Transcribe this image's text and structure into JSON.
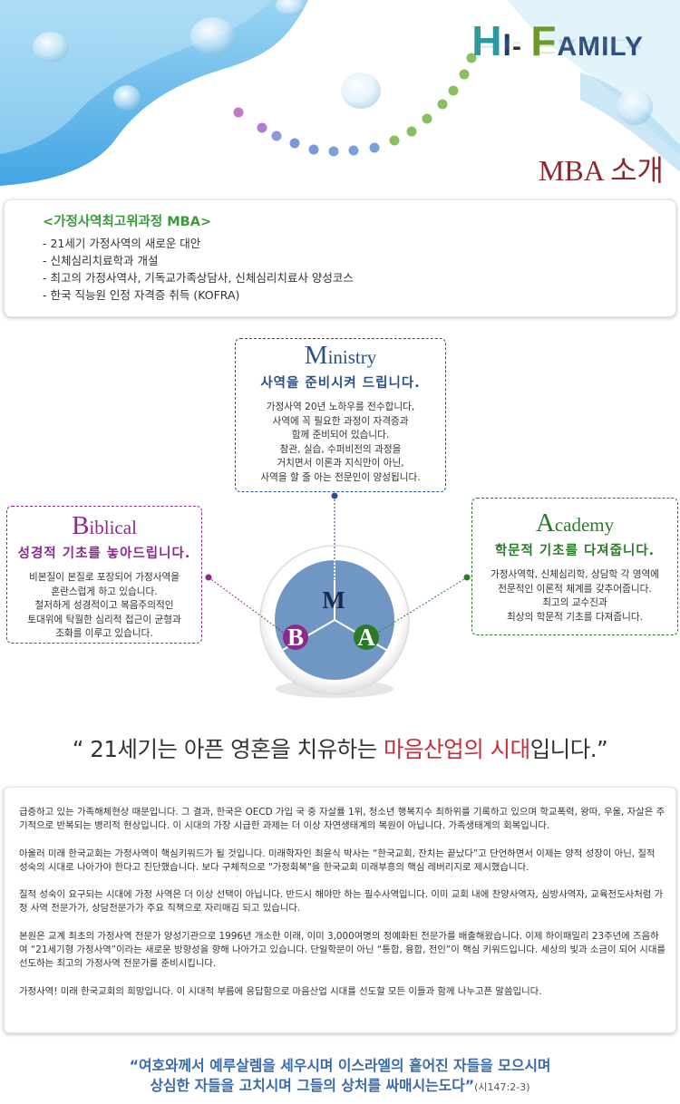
{
  "header": {
    "logo_h": "H",
    "logo_i": "I",
    "logo_dash": "- ",
    "logo_f": "F",
    "logo_amily": "AMILY",
    "page_title": "MBA 소개"
  },
  "info": {
    "title": "<가정사역최고위과정 MBA>",
    "items": [
      "- 21세기 가정사역의 새로운 대안",
      "- 신체심리치료학과 개설",
      "- 최고의 가정사역사, 기독교가족상담사, 신체심리치료사 양성코스",
      "- 한국 직능원 인정 자격증 취득 (KOFRA)"
    ]
  },
  "ministry": {
    "cap": "M",
    "rest": "inistry",
    "subtitle": "사역을 준비시켜 드립니다.",
    "lines": [
      "가정사역 20년 노하우를 전수합니다,",
      "사역에 꼭 필요한 과정이 자격증과",
      "함께 준비되어 있습니다.",
      "참관, 실습, 수퍼비전의 과정을",
      "거치면서 이론과 지식만이 아닌,",
      "사역을 할 줄 아는 전문인이 양성됩니다."
    ]
  },
  "biblical": {
    "cap": "B",
    "rest": "iblical",
    "subtitle": "성경적 기초를 놓아드립니다.",
    "lines": [
      "비본질이 본질로 포장되어 가정사역을",
      "혼란스럽게 하고 있습니다.",
      "철저하게 성경적이고 복음주의적인",
      "토대위에 탁월한 심리적 접근이 균형과",
      "조화를 이루고 있습니다."
    ]
  },
  "academy": {
    "cap": "A",
    "rest": "cademy",
    "subtitle": "학문적 기초를 다져줍니다.",
    "lines": [
      "가정사역학, 신체심리학, 상담학 각 영역에",
      "전문적인 이론적 체계를 갖추어줍니다.",
      "최고의 교수진과",
      "최상의 학문적 기초를 다져줍니다."
    ]
  },
  "diagram": {
    "m": "M",
    "b": "B",
    "a": "A"
  },
  "quote": {
    "open": "“ 21세기는 아픈 영혼을 치유하는 ",
    "highlight": "마음산업의 시대",
    "close": "입니다.”"
  },
  "body": {
    "paragraphs": [
      "급증하고 있는 가족해체현상 때문입니다. 그 결과, 한국은 OECD 가입 국 중 자살률 1위, 청소년 행복지수 최하위를 기록하고 있으며 학교폭력, 왕따, 우울, 자살은 주기적으로 반복되는 병리적 현상입니다. 이 시대의 가장 시급한 과제는 더 이상 자연생태계의 복원이 아닙니다. 가족생태계의 회복입니다.",
      "아울러 미래 한국교회는 가정사역이 핵심키워드가 될 것입니다. 미래학자인 최윤식 박사는 “한국교회, 잔치는 끝났다”고 단언하면서 이제는 양적 성장이 아닌, 질적 성숙의 시대로 나아가야 한다고 진단했습니다. 보다 구체적으로 \"가정회복\"을 한국교회 미래부흥의 핵심 레버리지로 제시했습니다.",
      "  질적 성숙이 요구되는 시대에 가정 사역은 더 이상 선택이 아닙니다. 반드시 해야만 하는 필수사역입니다. 이미 교회 내에 찬양사역자, 심방사역자, 교육전도사처럼 가정 사역 전문가가, 상담전문가가 주요 직책으로 자리매김 되고 있습니다.",
      "  본원은 교계 최초의 가정사역 전문가 양성기관으로 1996년 개소한 이래, 이미 3,000여명의 정예화된 전문가를 배출해왔습니다. 이제 하이패밀리 23주년에 즈음하여 “21세기형 가정사역”이라는 새로운 방향성을 향해 나아가고 있습니다. 단일학문이 아닌 “통합, 융합, 전인”이 핵심 키워드입니다. 세상의 빛과 소금이 되어 시대를 선도하는 최고의 가정사역 전문가를 준비시킵니다.",
      "가정사역! 미래 한국교회의 희망입니다. 이 시대적 부름에 응답함으로 마음산업 시대를 선도할 모든 이들과 함께 나누고픈 말씀입니다."
    ]
  },
  "verse": {
    "line1": "“여호와께서 예루살렘을 세우시며 이스라엘의 흩어진 자들을 모으시며",
    "line2": "상심한 자들을 고치시며 그들의 상처를 싸매시는도다”",
    "ref": "(시147:2-3)"
  },
  "colors": {
    "ministry": "#2a4f8a",
    "biblical": "#8a2a8a",
    "academy": "#2a7a2a",
    "highlight": "#c0303a",
    "verse": "#3a6aaa",
    "title": "#8a2a2f"
  }
}
